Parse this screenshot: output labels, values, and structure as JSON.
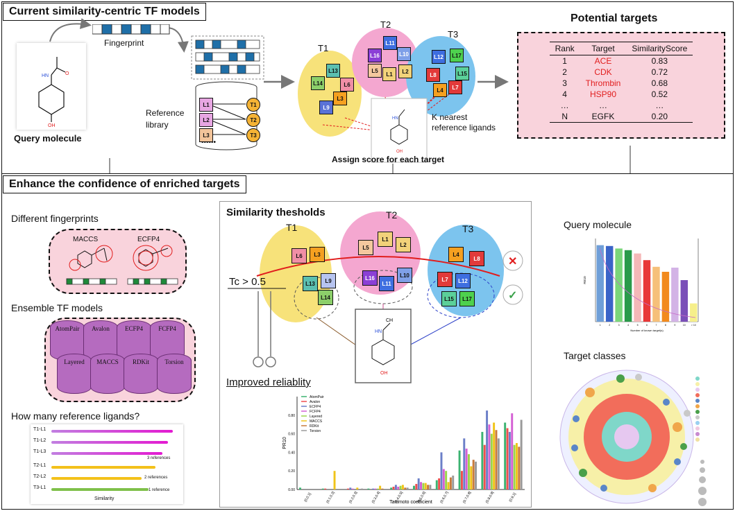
{
  "sections": {
    "top_title": "Current similarity-centric TF models",
    "bottom_title": "Enhance the confidence of enriched targets"
  },
  "top": {
    "fingerprint_label": "Fingerprint",
    "query_label": "Query molecule",
    "reference_library_label": "Reference\nlibrary",
    "library_ligands": [
      "L1",
      "L2",
      "L3"
    ],
    "library_targets": [
      "T1",
      "T2",
      "T3"
    ],
    "target_groups": [
      "T1",
      "T2",
      "T3"
    ],
    "knn_label": "K nearest\nreference ligands",
    "assign_label": "Assign score for each target",
    "potential_title": "Potential targets",
    "table": {
      "headers": [
        "Rank",
        "Target",
        "SimilarityScore"
      ],
      "rows": [
        [
          "1",
          "ACE",
          "0.83"
        ],
        [
          "2",
          "CDK",
          "0.72"
        ],
        [
          "3",
          "Thrombin",
          "0.68"
        ],
        [
          "4",
          "HSP90",
          "0.52"
        ],
        [
          "…",
          "…",
          "…"
        ],
        [
          "N",
          "EGFK",
          "0.20"
        ]
      ]
    },
    "colors": {
      "t1": "#f7e27a",
      "t2": "#f4a7d0",
      "t3": "#7cc4ee",
      "table_bg": "#f9d3dc",
      "red_text": "#e11d1d"
    }
  },
  "bottom": {
    "different_fp_title": "Different fingerprints",
    "fp_names": [
      "MACCS",
      "ECFP4"
    ],
    "ensemble_title": "Ensemble TF models",
    "models": [
      "AtomPair",
      "Avalon",
      "ECFP4",
      "FCFP4",
      "Layered",
      "MACCS",
      "RDKit",
      "Torsion"
    ],
    "how_many_title": "How many reference ligands?",
    "refs_rows": [
      "T1-L1",
      "T1-L2",
      "T1-L3",
      "T2-L1",
      "T2-L2",
      "T3-L1"
    ],
    "refs_notes": [
      "3 references",
      "2 references",
      "1 reference"
    ],
    "similarity_axis": "Similarity",
    "sim_title": "Similarity thesholds",
    "tc_label": "Tc > 0.5",
    "improved_title": "Improved reliablity",
    "query_molecule_title": "Query molecule",
    "target_classes_title": "Target classes"
  },
  "chart_data": [
    {
      "type": "bar",
      "title": "",
      "xlabel": "Tanimoto coefficient",
      "ylabel": "PR10",
      "categories": [
        "(0,0.1]",
        "(0.1,0.2]",
        "(0.2,0.3]",
        "(0.3,0.4]",
        "(0.4,0.5]",
        "(0.5,0.6]",
        "(0.6,0.7]",
        "(0.7,0.8]",
        "(0.8,0.9]",
        "(0.9,1]"
      ],
      "ylim": [
        0,
        1.0
      ],
      "legend_position": "top-left",
      "series": [
        {
          "name": "AtomPair",
          "color": "#3cb371",
          "values": [
            0.02,
            0.01,
            0.0,
            0.01,
            0.02,
            0.04,
            0.1,
            0.42,
            0.62,
            0.72
          ]
        },
        {
          "name": "Avalon",
          "color": "#ef4e4e",
          "values": [
            0.0,
            0.01,
            0.01,
            0.0,
            0.03,
            0.06,
            0.12,
            0.2,
            0.48,
            0.66
          ]
        },
        {
          "name": "ECFP4",
          "color": "#6b7fc8",
          "values": [
            0.0,
            0.0,
            0.02,
            0.01,
            0.05,
            0.12,
            0.4,
            0.55,
            0.85,
            0.62
          ]
        },
        {
          "name": "FCFP4",
          "color": "#d460d4",
          "values": [
            0.0,
            0.0,
            0.01,
            0.01,
            0.03,
            0.08,
            0.22,
            0.44,
            0.7,
            0.82
          ]
        },
        {
          "name": "Layered",
          "color": "#9bd54a",
          "values": [
            0.0,
            0.0,
            0.0,
            0.01,
            0.04,
            0.07,
            0.2,
            0.38,
            0.6,
            0.48
          ]
        },
        {
          "name": "MACCS",
          "color": "#f0c419",
          "values": [
            0.0,
            0.2,
            0.02,
            0.04,
            0.05,
            0.07,
            0.08,
            0.25,
            0.72,
            0.5
          ]
        },
        {
          "name": "RDKit",
          "color": "#c87a3c",
          "values": [
            0.0,
            0.0,
            0.0,
            0.01,
            0.02,
            0.05,
            0.13,
            0.32,
            0.64,
            0.46
          ]
        },
        {
          "name": "Torsion",
          "color": "#9a9a9a",
          "values": [
            0.0,
            0.0,
            0.01,
            0.0,
            0.02,
            0.05,
            0.15,
            0.3,
            0.55,
            0.75
          ]
        }
      ]
    },
    {
      "type": "bar",
      "title": "",
      "xlabel": "Number of known target(s)",
      "ylabel": "RE10",
      "categories": [
        "1",
        "2",
        "3",
        "4",
        "5",
        "6",
        "7",
        "8",
        "9",
        "10",
        "> 10"
      ],
      "values": [
        0.92,
        0.91,
        0.88,
        0.86,
        0.82,
        0.74,
        0.66,
        0.6,
        0.65,
        0.5,
        0.22
      ],
      "colors": [
        "#6f9fd8",
        "#3a64c8",
        "#7ad67a",
        "#2a9a4a",
        "#f5b8b8",
        "#e83838",
        "#f6c07a",
        "#f28a1e",
        "#d3b3e6",
        "#7a4fb8",
        "#f6ef8a"
      ],
      "ylim": [
        0,
        1.0
      ]
    }
  ]
}
